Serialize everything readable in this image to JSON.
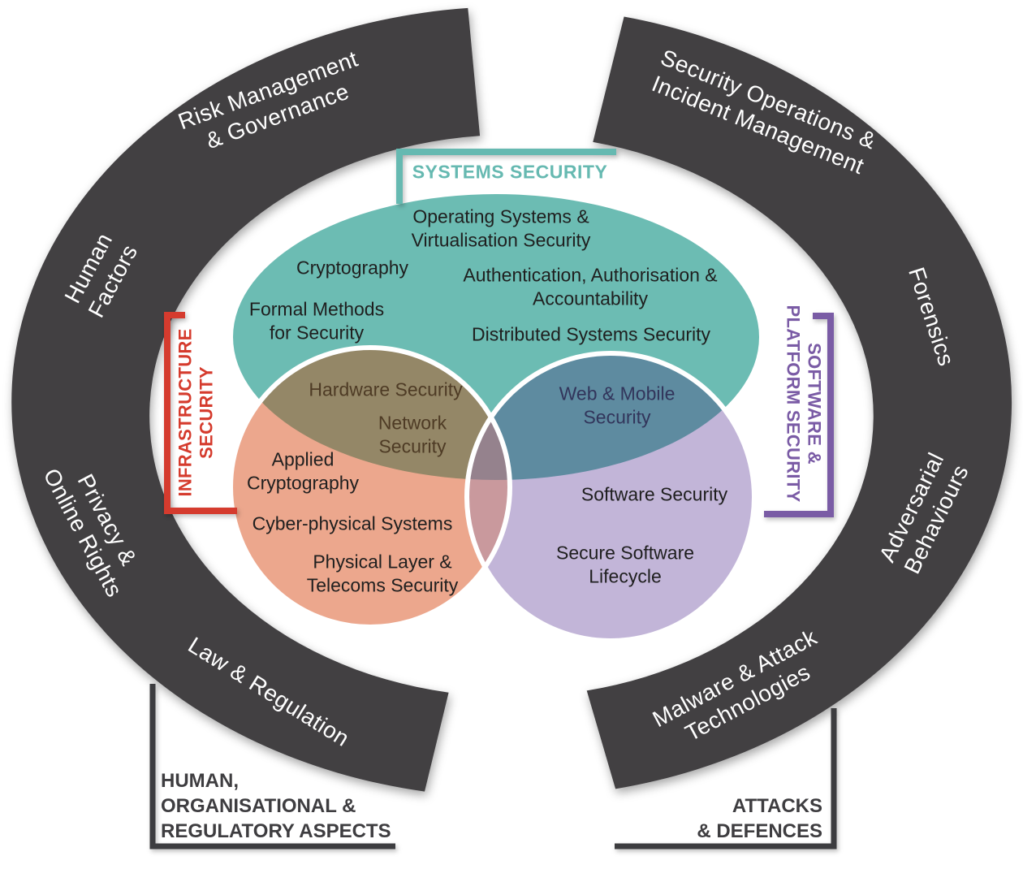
{
  "palette": {
    "ring": "#424143",
    "ring_text": "#ffffff",
    "systems_fill": "#6cbcb3",
    "systems_label": "#66b9b1",
    "infrastructure_fill": "#eca78d",
    "infrastructure_label": "#d53b2d",
    "software_fill": "#c2b5d8",
    "software_label": "#7a5ba5",
    "overlap_systems_infrastructure": "#948767",
    "overlap_systems_software": "#5e8ba0",
    "overlap_infrastructure_software": "#c9999d",
    "overlap_center": "#95828d",
    "circle_outline": "#ffffff",
    "item_text": "#1f1f1f",
    "hardware_network_text": "#4e3b25",
    "web_mobile_text": "#32355b",
    "corner_text": "#3e3d40"
  },
  "ring": {
    "segments": [
      {
        "name": "risk-management-governance",
        "lines": [
          "Risk Management",
          "& Governance"
        ]
      },
      {
        "name": "security-operations-incident-management",
        "lines": [
          "Security Operations &",
          "Incident Management"
        ]
      },
      {
        "name": "human-factors",
        "lines": [
          "Human",
          "Factors"
        ]
      },
      {
        "name": "forensics",
        "lines": [
          "Forensics"
        ]
      },
      {
        "name": "privacy-online-rights",
        "lines": [
          "Privacy &",
          "Online Rights"
        ]
      },
      {
        "name": "adversarial-behaviours",
        "lines": [
          "Adversarial",
          "Behaviours"
        ]
      },
      {
        "name": "law-regulation",
        "lines": [
          "Law & Regulation"
        ]
      },
      {
        "name": "malware-attack-technologies",
        "lines": [
          "Malware & Attack",
          "Technologies"
        ]
      }
    ]
  },
  "venn": {
    "systems": {
      "label": "SYSTEMS SECURITY",
      "items": [
        {
          "lines": [
            "Operating Systems &",
            "Virtualisation Security"
          ]
        },
        {
          "lines": [
            "Cryptography"
          ]
        },
        {
          "lines": [
            "Authentication, Authorisation &",
            "Accountability"
          ]
        },
        {
          "lines": [
            "Formal Methods",
            "for Security"
          ]
        },
        {
          "lines": [
            "Distributed Systems Security"
          ]
        }
      ]
    },
    "infrastructure": {
      "label_lines": [
        "INFRASTRUCTURE",
        "SECURITY"
      ],
      "items": [
        {
          "lines": [
            "Applied",
            "Cryptography"
          ]
        },
        {
          "lines": [
            "Cyber-physical Systems"
          ]
        },
        {
          "lines": [
            "Physical Layer &",
            "Telecoms Security"
          ]
        }
      ]
    },
    "software": {
      "label_lines": [
        "SOFTWARE &",
        "PLATFORM SECURITY"
      ],
      "items": [
        {
          "lines": [
            "Software Security"
          ]
        },
        {
          "lines": [
            "Secure Software",
            "Lifecycle"
          ]
        }
      ]
    },
    "overlaps": {
      "systems_infrastructure": [
        {
          "lines": [
            "Hardware Security"
          ]
        },
        {
          "lines": [
            "Network",
            "Security"
          ]
        }
      ],
      "systems_software": [
        {
          "lines": [
            "Web & Mobile",
            "Security"
          ]
        }
      ]
    }
  },
  "corners": {
    "bottom_left_lines": [
      "HUMAN,",
      "ORGANISATIONAL &",
      "REGULATORY ASPECTS"
    ],
    "bottom_right_lines": [
      "ATTACKS",
      "& DEFENCES"
    ]
  }
}
